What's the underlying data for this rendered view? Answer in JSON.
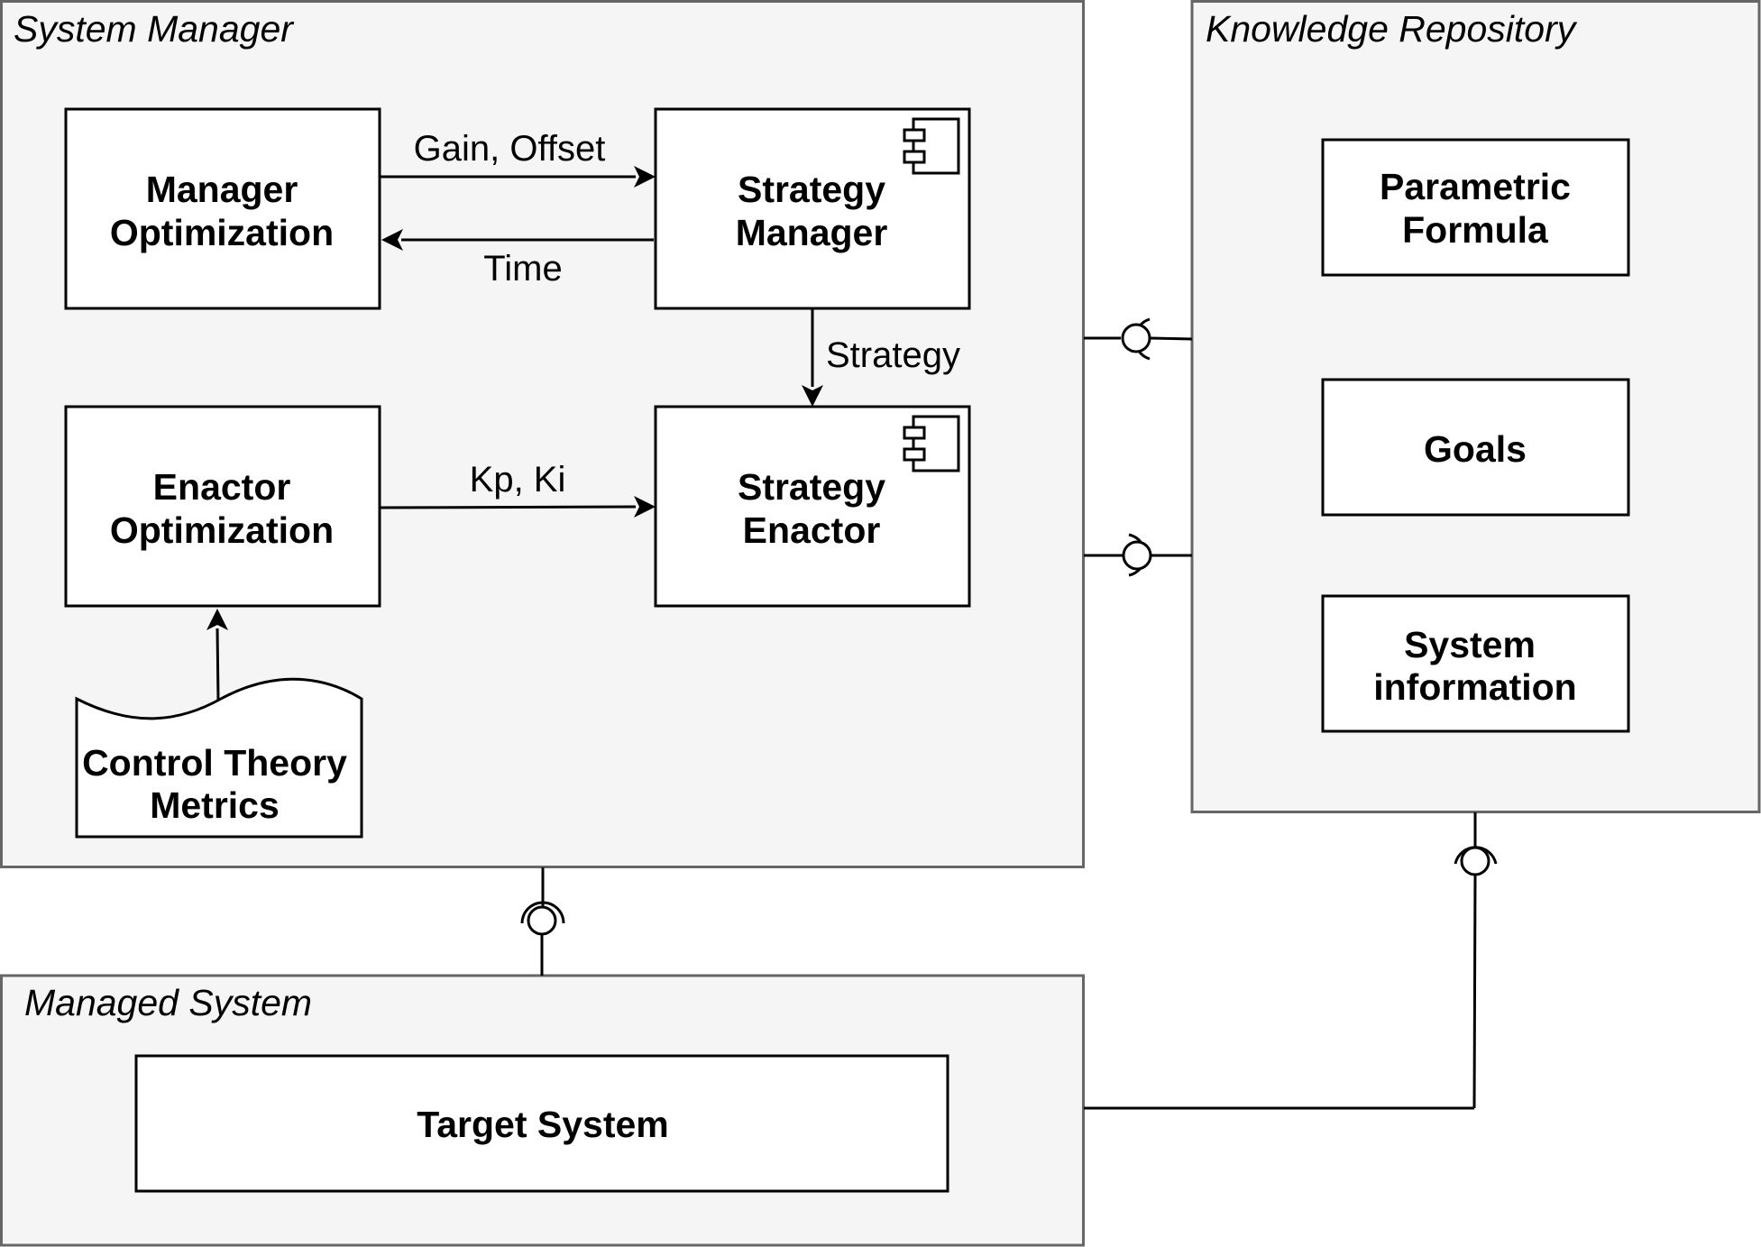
{
  "groups": {
    "system_manager": {
      "title": "System Manager"
    },
    "knowledge_repository": {
      "title": "Knowledge Repository"
    },
    "managed_system": {
      "title": "Managed System"
    }
  },
  "boxes": {
    "manager_optimization": [
      "Manager",
      "Optimization"
    ],
    "strategy_manager": [
      "Strategy",
      "Manager"
    ],
    "enactor_optimization": [
      "Enactor",
      "Optimization"
    ],
    "strategy_enactor": [
      "Strategy",
      "Enactor"
    ],
    "control_theory_metrics": [
      "Control Theory",
      "Metrics"
    ],
    "parametric_formula": [
      "Parametric",
      "Formula"
    ],
    "goals": [
      "Goals"
    ],
    "system_information": [
      "System",
      "information"
    ],
    "target_system": [
      "Target System"
    ]
  },
  "edges": {
    "gain_offset": "Gain, Offset",
    "time": "Time",
    "strategy": "Strategy",
    "kp_ki": "Kp, Ki"
  },
  "colors": {
    "group_fill": "#f5f5f5",
    "group_stroke": "#666666",
    "box_fill": "#ffffff",
    "stroke": "#000000"
  },
  "icons": {
    "component": "uml-component-icon",
    "interface": "ball-and-socket-interface-icon"
  }
}
